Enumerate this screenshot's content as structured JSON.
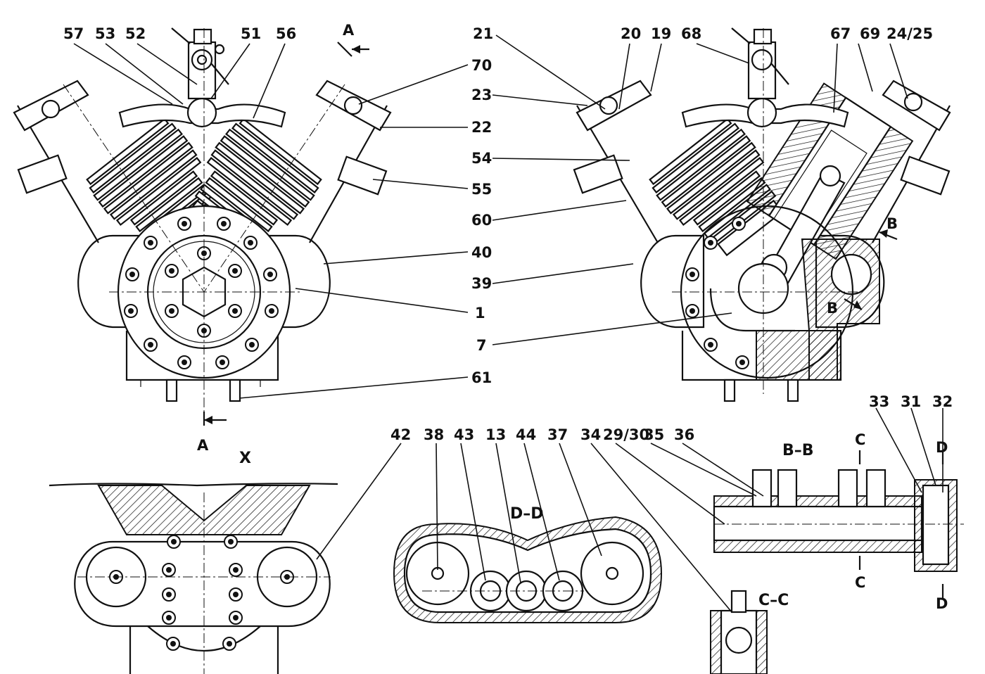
{
  "drawing": {
    "views": {
      "section_marks": {
        "a_top": "A",
        "a_bottom": "A",
        "b_upper": "B",
        "b_lower": "B",
        "c_top": "C",
        "c_bottom": "C",
        "d_top": "D",
        "d_bottom": "D"
      },
      "titles": {
        "x": "X",
        "dd": "D–D",
        "bb": "B–B",
        "cc": "C–C"
      }
    },
    "callouts_front": [
      "57",
      "53",
      "52",
      "51",
      "56"
    ],
    "callouts_center": [
      "70",
      "22",
      "55",
      "40",
      "1",
      "61"
    ],
    "callouts_middle": [
      "21",
      "23",
      "54",
      "60",
      "39",
      "7"
    ],
    "callouts_right": [
      "20",
      "19",
      "68",
      "67",
      "69",
      "24/25"
    ],
    "callouts_bottom": [
      "42",
      "38",
      "43",
      "13",
      "44",
      "37",
      "34",
      "29/30",
      "35",
      "36",
      "33",
      "31",
      "32"
    ]
  }
}
